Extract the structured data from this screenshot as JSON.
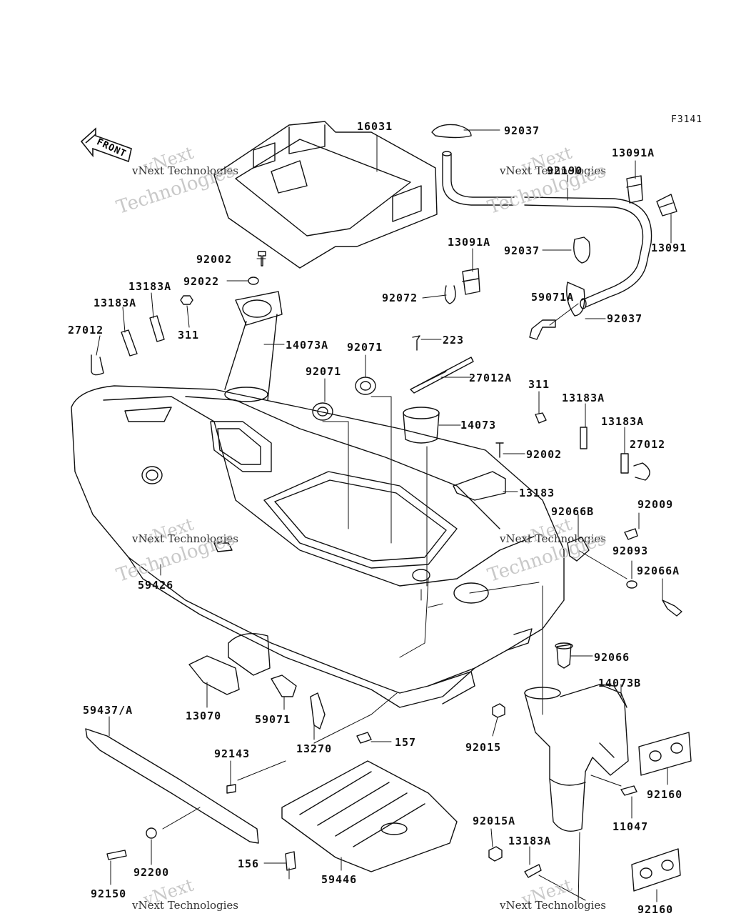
{
  "figure_code": "F3141",
  "front_label": "FRONT",
  "watermark": {
    "line1": "vNext",
    "line2": "vNext Technologies",
    "line3": "Technologies"
  },
  "parts": [
    "16031",
    "92037",
    "13091A",
    "92190",
    "13091",
    "92002",
    "92022",
    "13183A",
    "13183A",
    "27012",
    "311",
    "14073A",
    "13091A",
    "92037",
    "92072",
    "59071A",
    "92037",
    "223",
    "92071",
    "92071",
    "27012A",
    "311",
    "13183A",
    "13183A",
    "27012",
    "14073",
    "92002",
    "13183",
    "92066B",
    "92009",
    "92093",
    "92066A",
    "59426",
    "92066",
    "14073B",
    "13070",
    "59071",
    "13270",
    "157",
    "92015",
    "59437/A",
    "92143",
    "92160",
    "11047",
    "92015A",
    "13183A",
    "92200",
    "156",
    "59446",
    "92150",
    "92160"
  ]
}
